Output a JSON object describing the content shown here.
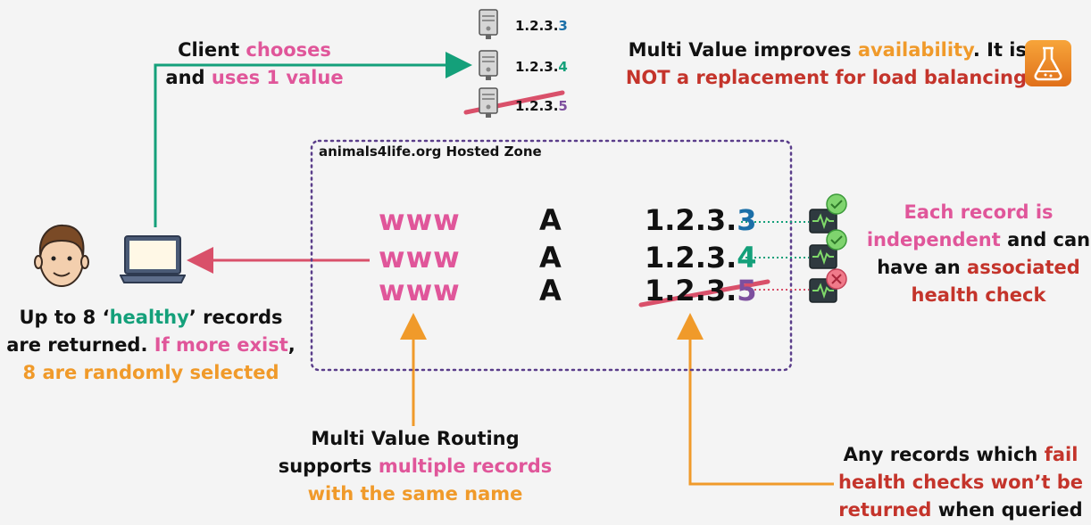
{
  "client_note": {
    "l1a": "Client ",
    "l1b": "chooses",
    "l2a": "and ",
    "l2b": "uses 1 value"
  },
  "servers": [
    {
      "ip_prefix": "1.2.3.",
      "ip_suffix": "3"
    },
    {
      "ip_prefix": "1.2.3.",
      "ip_suffix": "4"
    },
    {
      "ip_prefix": "1.2.3.",
      "ip_suffix": "5"
    }
  ],
  "availability_note": {
    "l1a": "Multi Value improves ",
    "l1b": "availability",
    "l1c": ". It is",
    "l2": "NOT a replacement for load balancing"
  },
  "hosted_zone": {
    "label": "animals4life.org Hosted Zone"
  },
  "records": [
    {
      "name": "www",
      "type": "A",
      "ip_prefix": "1.2.3.",
      "ip_suffix": "3",
      "healthy": true
    },
    {
      "name": "www",
      "type": "A",
      "ip_prefix": "1.2.3.",
      "ip_suffix": "4",
      "healthy": true
    },
    {
      "name": "www",
      "type": "A",
      "ip_prefix": "1.2.3.",
      "ip_suffix": "5",
      "healthy": false
    }
  ],
  "independent_note": {
    "l1": "Each record is",
    "l2a": "independent",
    "l2b": " and can",
    "l3a": "have an ",
    "l3b": "associated",
    "l4": "health check"
  },
  "healthy_note": {
    "l1a": "Up to 8 ‘",
    "l1b": "healthy",
    "l1c": "’ records",
    "l2a": "are returned. ",
    "l2b": "If more exist",
    "l2c": ",",
    "l3": "8 are randomly selected"
  },
  "routing_note": {
    "l1": "Multi Value Routing",
    "l2a": "supports ",
    "l2b": "multiple records",
    "l3": "with the same name"
  },
  "fail_note": {
    "l1a": "Any records which ",
    "l1b": "fail",
    "l2": "health checks won’t be",
    "l3a": "returned",
    "l3b": " when queried"
  },
  "icons": [
    "user-face-icon",
    "laptop-icon",
    "server-icon",
    "flask-icon",
    "health-check-icon",
    "check-icon",
    "cross-icon"
  ],
  "colors": {
    "pink": "#e0569a",
    "orange": "#f09a2a",
    "red": "#c4342b",
    "green": "#14a07a",
    "blue": "#1b6fa8",
    "purple": "#7d4f9e",
    "zone_border": "#5a3d8a"
  }
}
